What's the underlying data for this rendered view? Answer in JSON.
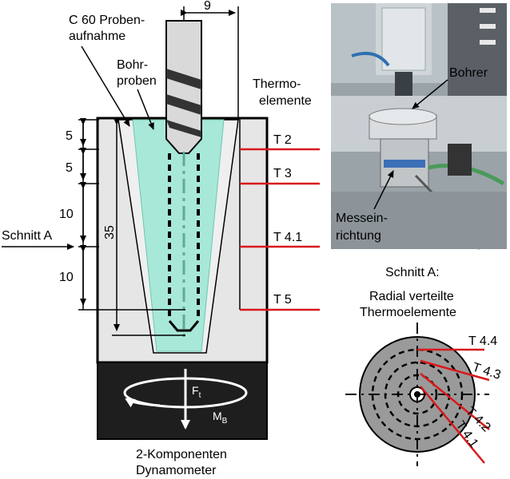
{
  "labels": {
    "dim_top": "9",
    "sample_holder_l1": "C 60 Proben-",
    "sample_holder_l2": "aufnahme",
    "drill_samples_l1": "Bohr-",
    "drill_samples_l2": "proben",
    "thermo_l1": "Thermo-",
    "thermo_l2": "elemente",
    "dim_5a": "5",
    "dim_5b": "5",
    "dim_10a": "10",
    "dim_10b": "10",
    "dim_35": "35",
    "schnitt_a": "Schnitt A",
    "t2": "T 2",
    "t3": "T 3",
    "t41": "T 4.1",
    "t5": "T 5",
    "ft_main": "F",
    "ft_sub": "t",
    "mb_main": "M",
    "mb_sub": "B",
    "dyn_l1": "2-Komponenten",
    "dyn_l2": "Dynamometer",
    "photo_bohrer": "Bohrer",
    "photo_mess_l1": "Messein-",
    "photo_mess_l2": "richtung",
    "section_title": "Schnitt A:",
    "section_l1": "Radial verteilte",
    "section_l2": "Thermoelemente",
    "t44": "T 4.4",
    "t43": "T 4.3",
    "t42": "T 4.2",
    "t41b": "T 4.1"
  },
  "colors": {
    "thermocouple": "#d7191c",
    "sample": "#a8e8d8",
    "holder": "#e6e6e6",
    "dynamometer": "#1e1e1e",
    "drill": "#d9d9d9",
    "section_disk": "#9a9a9a"
  }
}
